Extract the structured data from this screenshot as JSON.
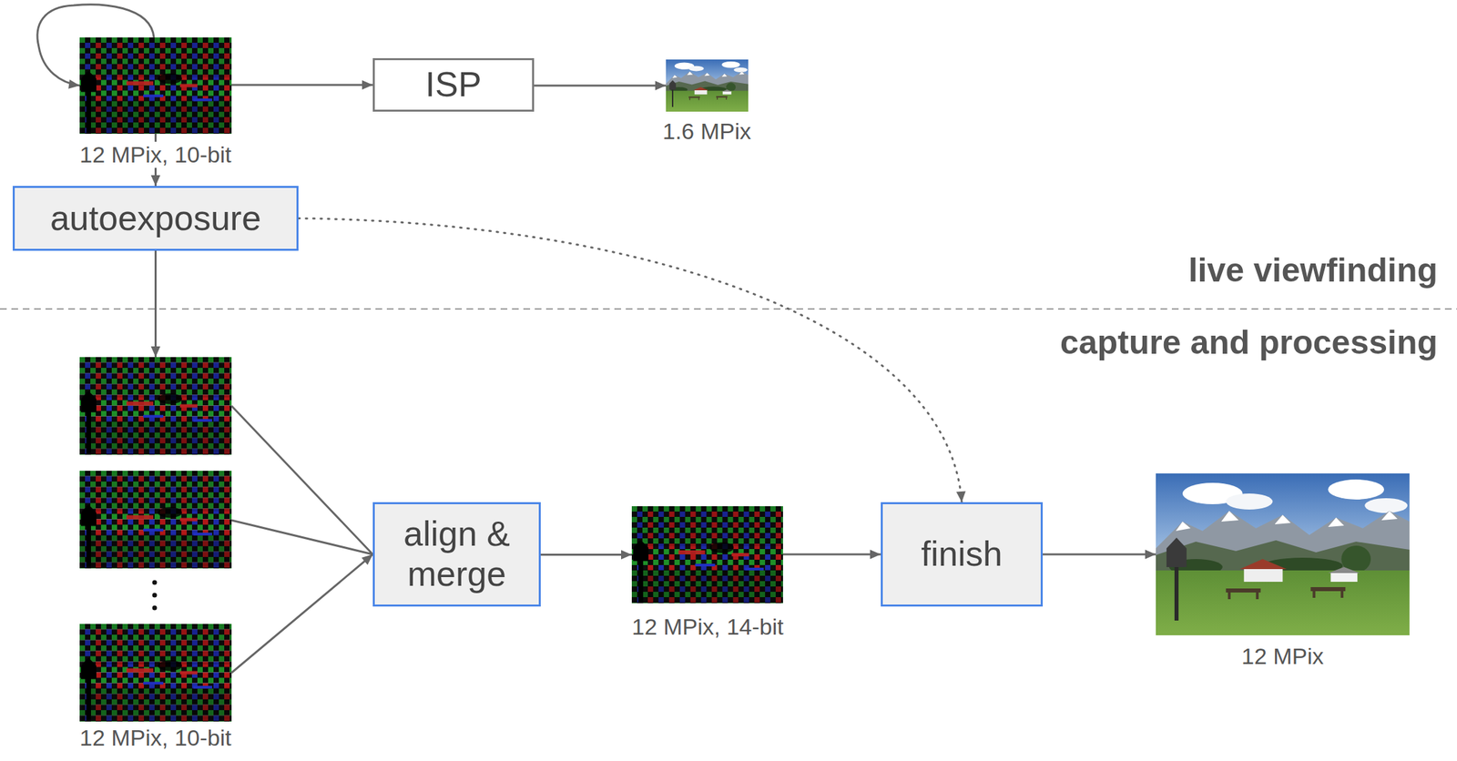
{
  "diagram": {
    "nodes": [
      {
        "text": [
          "12 MPix, 10-bit"
        ]
      },
      {
        "text": [
          "ISP"
        ]
      },
      {
        "text": [
          "1.6 MPix"
        ]
      },
      {
        "text": [
          "autoexposure"
        ]
      },
      {
        "text": [
          "12 MPix, 10-bit"
        ]
      },
      {
        "text": [
          "align & merge"
        ]
      },
      {
        "text": [
          "12 MPix, 14-bit"
        ]
      },
      {
        "text": [
          "finish"
        ]
      },
      {
        "text": [
          "12 MPix"
        ]
      }
    ],
    "edges": [
      {
        "from": 0,
        "to": 0,
        "arrow": "to"
      },
      {
        "from": 0,
        "to": 1,
        "arrow": "to"
      },
      {
        "from": 1,
        "to": 2,
        "arrow": "to"
      },
      {
        "from": 0,
        "to": 3,
        "arrow": "to"
      },
      {
        "from": 3,
        "to": 4,
        "arrow": "to"
      },
      {
        "from": 3,
        "to": 7,
        "arrow": "to"
      },
      {
        "from": 4,
        "to": 5,
        "arrow": "to"
      },
      {
        "from": 5,
        "to": 6,
        "arrow": "to"
      },
      {
        "from": 6,
        "to": 7,
        "arrow": "to"
      },
      {
        "from": 7,
        "to": 8,
        "arrow": "to"
      }
    ],
    "labels": [
      "live viewfinding",
      "capture and processing"
    ]
  }
}
